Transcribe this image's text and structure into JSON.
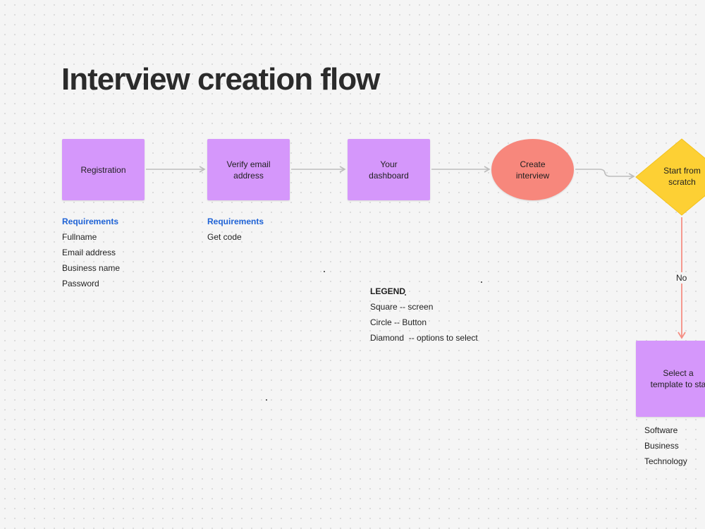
{
  "diagram": {
    "title": "Interview creation flow",
    "nodes": {
      "registration": "Registration",
      "verify_email": "Verify email address",
      "dashboard": "Your dashboard",
      "create_interview": "Create interview",
      "start_scratch": "Start from scratch",
      "select_template": "Select a template to sta"
    },
    "edge_labels": {
      "no": "No"
    },
    "registration_requirements": {
      "heading": "Requirements",
      "items": [
        "Fullname",
        "Email address",
        "Business name",
        "Password"
      ]
    },
    "verify_requirements": {
      "heading": "Requirements",
      "items": [
        "Get code"
      ]
    },
    "template_options": [
      "Software",
      "Business",
      "Technology"
    ],
    "legend": {
      "heading": "LEGEND",
      "items": [
        "Square -- screen",
        "Circle -- Button",
        "Diamond  -- options to select"
      ]
    },
    "colors": {
      "screen": "#d597fb",
      "button": "#f7877c",
      "decision": "#fdd034",
      "flow_arrow": "#bdbdbd",
      "no_arrow": "#f58f84",
      "requirements_heading": "#1f63d6"
    }
  }
}
